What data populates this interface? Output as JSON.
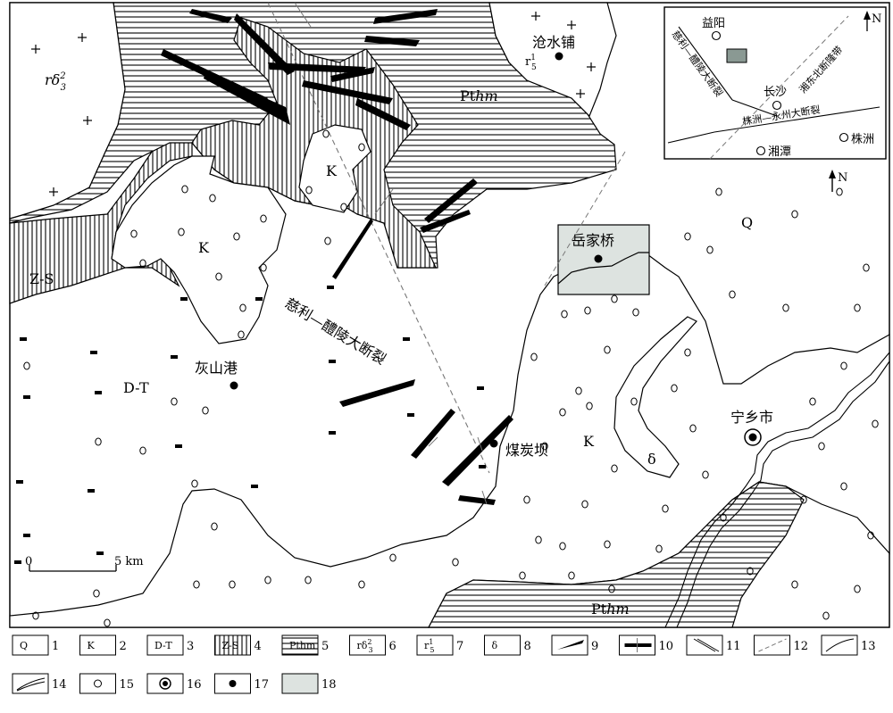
{
  "map": {
    "unit_labels": {
      "rd": "rδ",
      "rd_sup": "2",
      "rd_sub": "3",
      "pthm": "Pthm",
      "pthm_a": "Pt",
      "pthm_b": "hm",
      "k": "K",
      "zs": "Z-S",
      "dt": "D-T",
      "q": "Q",
      "delta": "δ",
      "r5": "r",
      "r5_sup": "1",
      "r5_sub": "5"
    },
    "places": {
      "cangshuipu": "沧水铺",
      "yuejiaqiao": "岳家桥",
      "huishangang": "灰山港",
      "meitanba": "煤炭坝",
      "ningxiang": "宁乡市"
    },
    "fault_label": "慈利—醴陵大断裂",
    "north": "N",
    "scale": {
      "zero": "0",
      "end": "5 km"
    }
  },
  "inset": {
    "places": {
      "yiyang": "益阳",
      "changsha": "长沙",
      "xiangtan": "湘潭",
      "zhuzhou": "株洲"
    },
    "faults": {
      "cili": "慈利—醴陵大断裂",
      "zhuzhou": "株洲—永州大断裂",
      "xiangdong": "湘东北断隆带"
    },
    "north": "N"
  },
  "legend": {
    "items": [
      {
        "num": "1",
        "text": "Q"
      },
      {
        "num": "2",
        "text": "K"
      },
      {
        "num": "3",
        "text": "D-T"
      },
      {
        "num": "4",
        "text": "Z-S"
      },
      {
        "num": "5",
        "text": "Pthm"
      },
      {
        "num": "6",
        "text": "rδ"
      },
      {
        "num": "7",
        "text": "r"
      },
      {
        "num": "8",
        "text": "δ"
      },
      {
        "num": "9",
        "text": ""
      },
      {
        "num": "10",
        "text": ""
      },
      {
        "num": "11",
        "text": ""
      },
      {
        "num": "12",
        "text": ""
      },
      {
        "num": "13",
        "text": ""
      },
      {
        "num": "14",
        "text": ""
      },
      {
        "num": "15",
        "text": ""
      },
      {
        "num": "16",
        "text": ""
      },
      {
        "num": "17",
        "text": ""
      },
      {
        "num": "18",
        "text": ""
      }
    ],
    "sub": {
      "rd_sup": "2",
      "rd_sub": "3",
      "r5_sup": "1",
      "r5_sub": "5"
    }
  }
}
